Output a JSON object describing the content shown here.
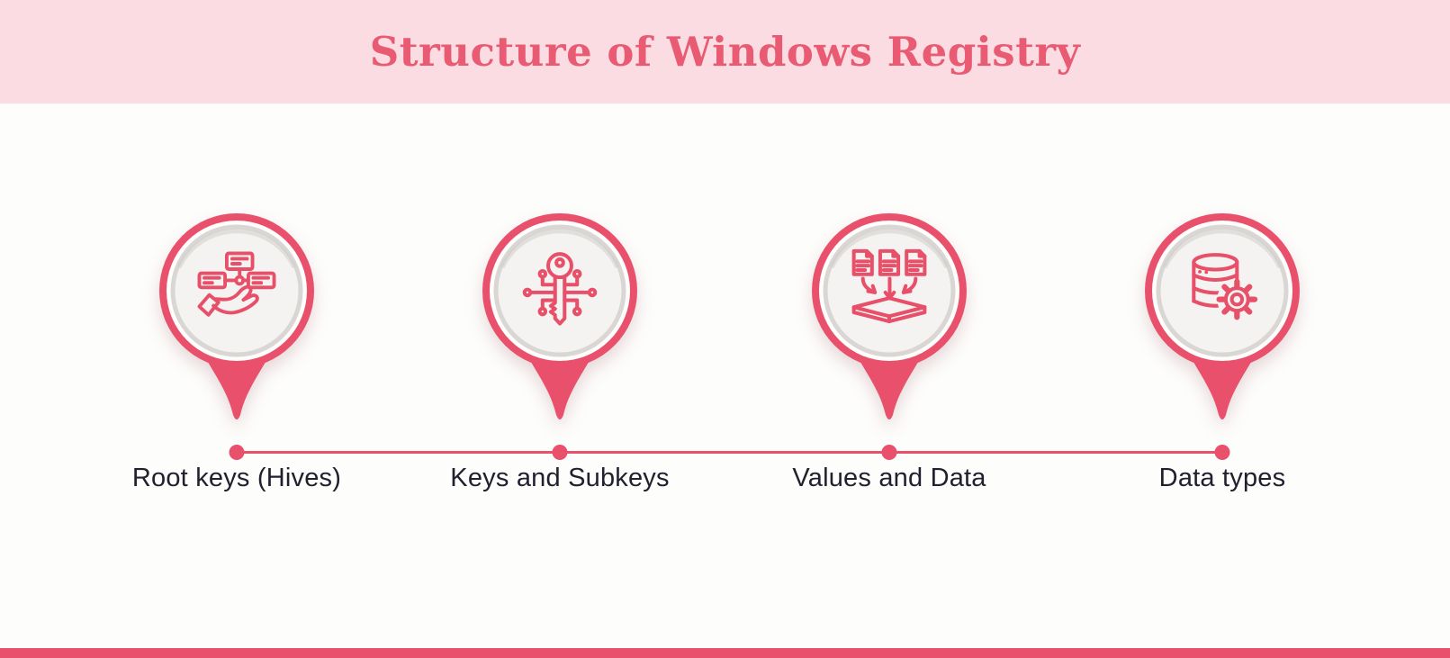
{
  "header": {
    "title": "Structure of Windows Registry"
  },
  "theme": {
    "accent": "#E9506C",
    "header_bg": "#FBDCE3",
    "title_color": "#E95B72",
    "body_bg": "#FDFDFB",
    "pin_inner_bg": "#F4F3F1",
    "pin_inner_border": "#D9D6D3",
    "label_color": "#21202F",
    "bottom_stripe": "#E9506C"
  },
  "timeline": {
    "items": [
      {
        "label": "Root keys (Hives)",
        "icon": "hand-holding-hierarchy-icon"
      },
      {
        "label": "Keys and Subkeys",
        "icon": "key-circuit-icon"
      },
      {
        "label": "Values and Data",
        "icon": "documents-into-box-icon"
      },
      {
        "label": "Data types",
        "icon": "database-gear-icon"
      }
    ]
  }
}
